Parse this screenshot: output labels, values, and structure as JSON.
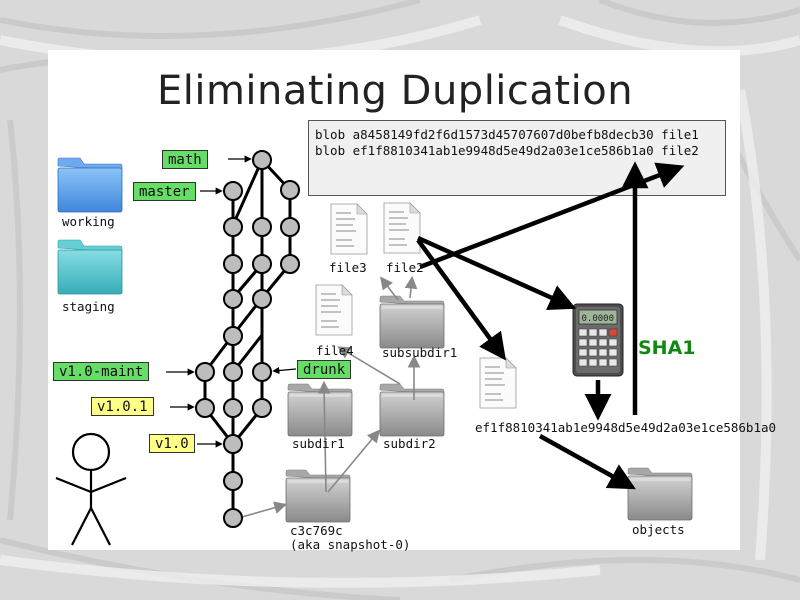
{
  "title": "Eliminating Duplication",
  "blob_lines": [
    "blob a8458149fd2f6d1573d45707607d0befb8decb30 file1",
    "blob ef1f8810341ab1e9948d5e49d2a03e1ce586b1a0 file2"
  ],
  "branches": {
    "math": "math",
    "master": "master",
    "v1_0_maint": "v1.0-maint",
    "drunk": "drunk"
  },
  "tags": {
    "v1_0_1": "v1.0.1",
    "v1_0": "v1.0"
  },
  "folders": {
    "working": "working",
    "staging": "staging",
    "subsubdir1": "subsubdir1",
    "subdir1": "subdir1",
    "subdir2": "subdir2",
    "snapshot_name": "c3c769c",
    "snapshot_alias": "(aka snapshot-0)",
    "objects": "objects"
  },
  "files": {
    "file3": "file3",
    "file2": "file2",
    "file4": "file4"
  },
  "hash_label": "ef1f8810341ab1e9948d5e49d2a03e1ce586b1a0",
  "sha1_label": "SHA1",
  "calculator_display": "0.0000",
  "colors": {
    "branch_tag": "#66dd66",
    "version_tag": "#ffff88",
    "sha1_text": "#118811",
    "folder_blue": "#5aa0e8",
    "folder_teal": "#4ec4cc",
    "folder_gray": "#9a9a9a",
    "commit_node": "#bdbdbd"
  }
}
